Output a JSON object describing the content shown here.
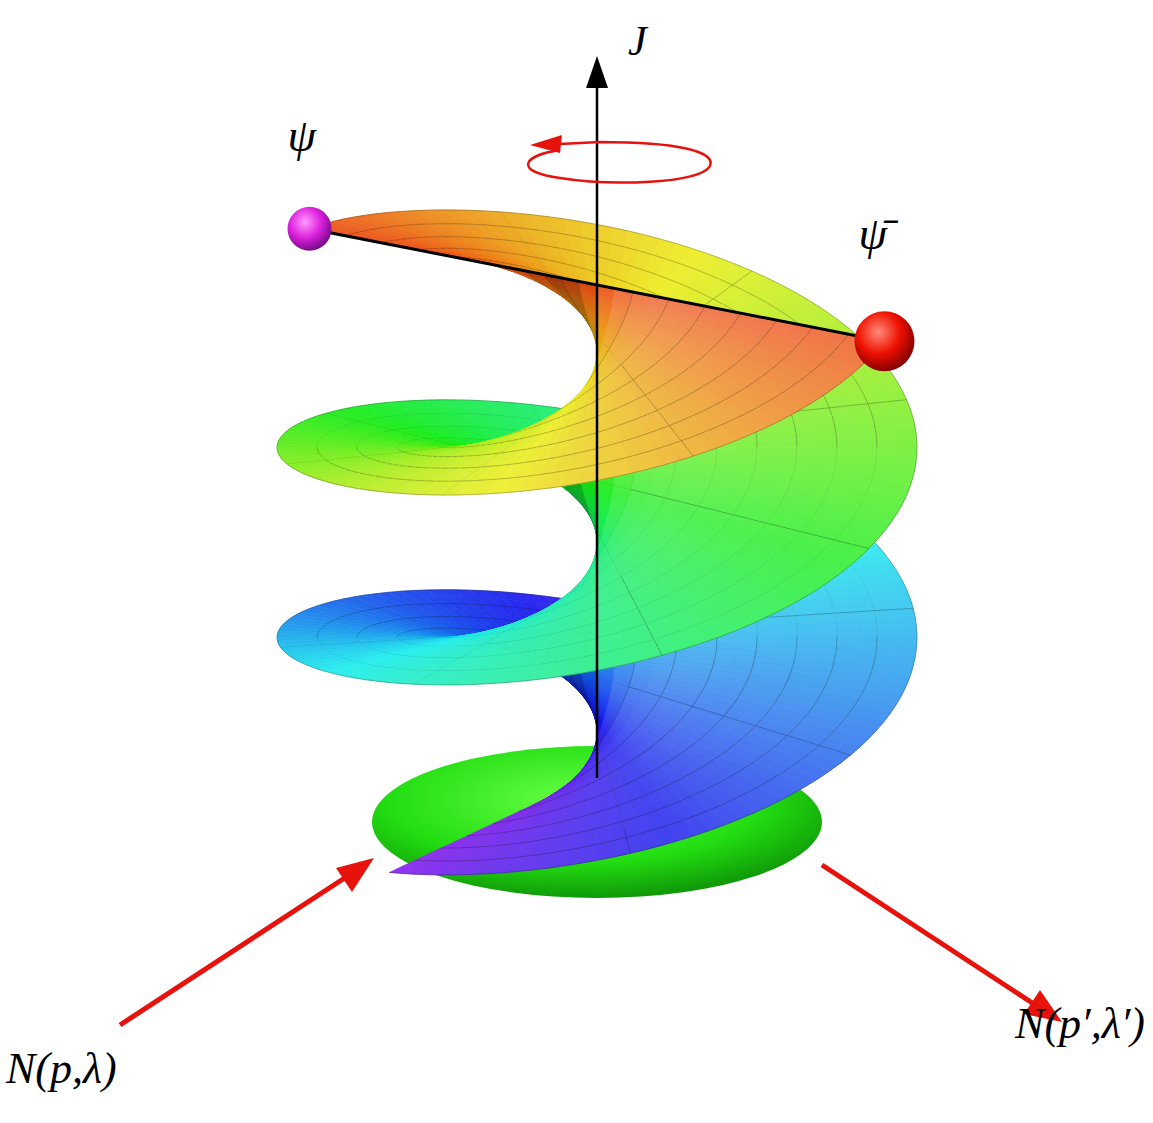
{
  "diagram": {
    "labels": [
      "J",
      "ψ",
      "ψ̄",
      "N(p,λ)",
      "N(p′,λ′)"
    ]
  }
}
